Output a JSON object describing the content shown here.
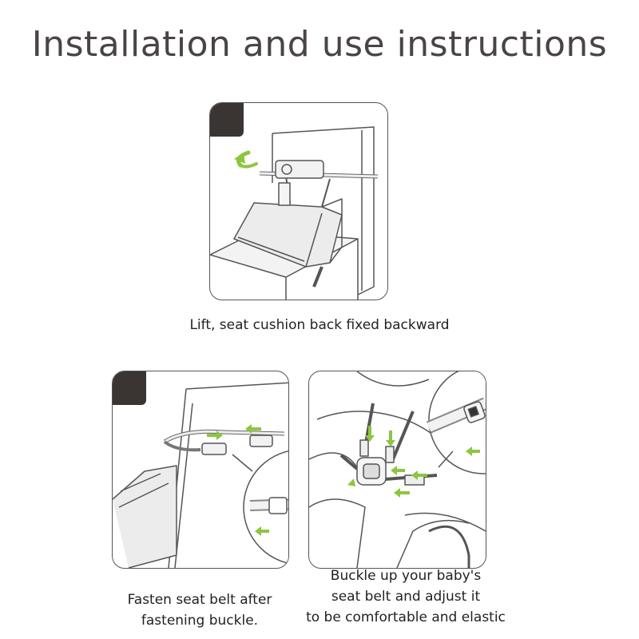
{
  "page": {
    "title": "Installation and use instructions"
  },
  "steps": [
    {
      "caption_lines": [
        "Lift, seat cushion back fixed backward"
      ]
    },
    {
      "caption_lines": [
        "Fasten seat belt after",
        "fastening buckle."
      ]
    },
    {
      "caption_lines": [
        "Buckle up your baby's",
        "seat belt and adjust it",
        "to be comfortable and elastic"
      ]
    }
  ],
  "colors": {
    "arrow": "#8cc63f",
    "tab": "#3a3433",
    "line": "#555555",
    "fill": "#ececec"
  }
}
